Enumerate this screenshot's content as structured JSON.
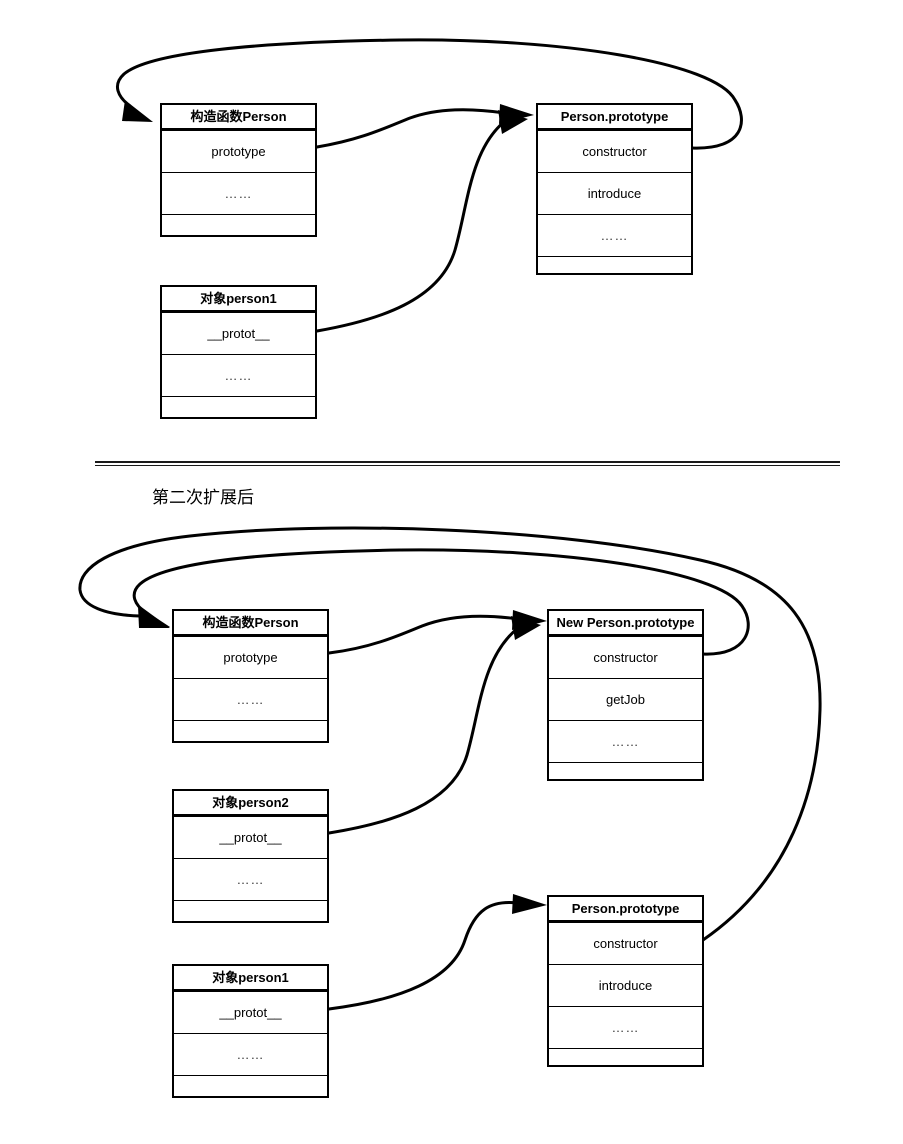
{
  "diagram": {
    "title_section_2": "第二次扩展后",
    "divider": "double-rule"
  },
  "sections": [
    {
      "id": "initial",
      "boxes": [
        {
          "id": "ctor-person-1",
          "header": "构造函数Person",
          "rows": [
            "prototype",
            "……",
            ""
          ]
        },
        {
          "id": "person-prototype-1",
          "header": "Person.prototype",
          "rows": [
            "constructor",
            "introduce",
            "……",
            ""
          ]
        },
        {
          "id": "object-person1-1",
          "header": "对象person1",
          "rows": [
            "__protot__",
            "……",
            ""
          ]
        }
      ],
      "arrows": [
        {
          "id": "ctor-prototype-to-proto",
          "from": "ctor-person-1.prototype",
          "to": "person-prototype-1.header"
        },
        {
          "id": "person1-proto-to-proto",
          "from": "object-person1-1.__protot__",
          "to": "person-prototype-1.header"
        },
        {
          "id": "proto-constructor-to-ctor",
          "from": "person-prototype-1.constructor",
          "to": "ctor-person-1.header"
        }
      ]
    },
    {
      "id": "after-second-extension",
      "boxes": [
        {
          "id": "ctor-person-2",
          "header": "构造函数Person",
          "rows": [
            "prototype",
            "……",
            ""
          ]
        },
        {
          "id": "new-person-prototype",
          "header": "New Person.prototype",
          "rows": [
            "constructor",
            "getJob",
            "……",
            ""
          ]
        },
        {
          "id": "object-person2",
          "header": "对象person2",
          "rows": [
            "__protot__",
            "……",
            ""
          ]
        },
        {
          "id": "person-prototype-2",
          "header": "Person.prototype",
          "rows": [
            "constructor",
            "introduce",
            "……",
            ""
          ]
        },
        {
          "id": "object-person1-2",
          "header": "对象person1",
          "rows": [
            "__protot__",
            "……",
            ""
          ]
        }
      ],
      "arrows": [
        {
          "id": "ctor2-prototype-to-newproto",
          "from": "ctor-person-2.prototype",
          "to": "new-person-prototype.header"
        },
        {
          "id": "person2-proto-to-newproto",
          "from": "object-person2.__protot__",
          "to": "new-person-prototype.header"
        },
        {
          "id": "person1-proto-to-oldproto",
          "from": "object-person1-2.__protot__",
          "to": "person-prototype-2.header"
        },
        {
          "id": "newproto-constructor-to-ctor2",
          "from": "new-person-prototype.constructor",
          "to": "ctor-person-2.header"
        },
        {
          "id": "oldproto-constructor-to-ctor2",
          "from": "person-prototype-2.constructor",
          "to": "ctor-person-2.header"
        }
      ]
    }
  ],
  "colors": {
    "stroke": "#000000",
    "background": "#ffffff",
    "text": "#000000"
  }
}
